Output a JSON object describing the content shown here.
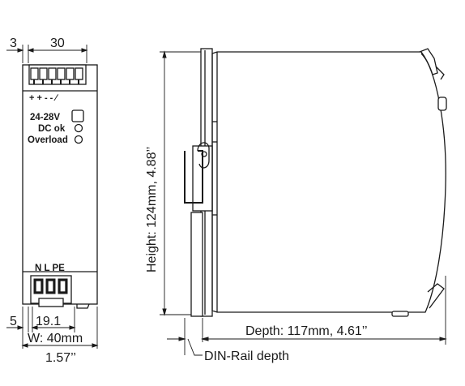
{
  "front_view": {
    "dim_top_small": "3",
    "dim_top_width": "30",
    "terminal_polarity": "+ + - - ∕",
    "voltage_label": "24-28V",
    "dc_ok_label": "DC ok",
    "overload_label": "Overload",
    "input_terminals": "N L PE",
    "dim_bottom_small": "5",
    "dim_bottom_inner": "19.1",
    "width_mm": "W: 40mm",
    "width_in": "1.57’’"
  },
  "side_view": {
    "height_label": "Height: 124mm,  4.88’’",
    "depth_label": "Depth: 117mm,  4.61’’",
    "din_rail_label": "DIN-Rail depth"
  }
}
